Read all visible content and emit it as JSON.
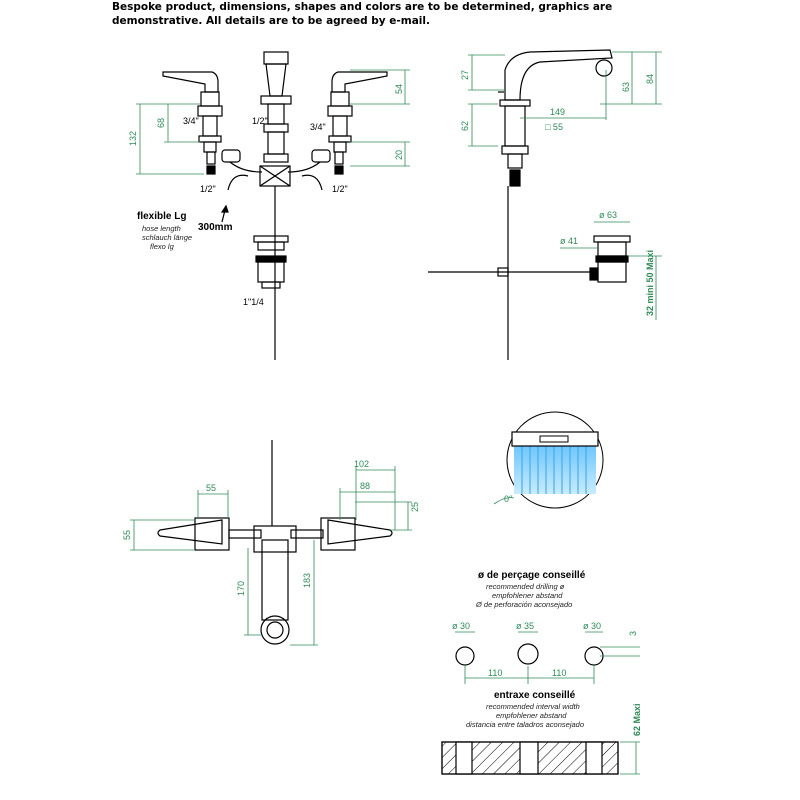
{
  "header": {
    "line1": "Bespoke product, dimensions, shapes and colors are to be determined, graphics are",
    "line2": "demonstrative. All details are to be agreed by e-mail."
  },
  "front": {
    "dims": {
      "d132": "132",
      "d68": "68",
      "d54": "54",
      "d20": "20"
    },
    "threads": {
      "left_top": "3/4\"",
      "center": "1/2\"",
      "right_top": "3/4\"",
      "left_bottom": "1/2\"",
      "right_bottom": "1/2\"",
      "waste": "1\"1/4"
    },
    "hose": {
      "title": "flexible Lg",
      "l1": "hose length",
      "l2": "schlauch länge",
      "l3": "flexo lg",
      "length": "300mm"
    }
  },
  "side": {
    "dims": {
      "d27": "27",
      "d62": "62",
      "d149": "149",
      "sq55": "□ 55",
      "d63": "63",
      "d84": "84",
      "dia63": "ø 63",
      "dia41": "ø 41",
      "range": "32 mini 50 Maxi"
    }
  },
  "top": {
    "dims": {
      "d102": "102",
      "d88": "88",
      "d55w": "55",
      "d25": "25",
      "d55h": "55",
      "d170": "170",
      "d183": "183"
    }
  },
  "spray": {
    "angle": "0°"
  },
  "drilling": {
    "title": "ø de perçage conseillé",
    "l1": "recommended drilling ø",
    "l2": "empfohlener abstand",
    "l3": "Ø de perforación aconsejado",
    "dia_left": "ø 30",
    "dia_mid": "ø 35",
    "dia_right": "ø 30",
    "d3": "3",
    "sp_left": "110",
    "sp_right": "110"
  },
  "interval": {
    "title": "entraxe conseillé",
    "l1": "recommended interval width",
    "l2": "empfohlener abstand",
    "l3": "distancia entre taladros aconsejado",
    "max": "62 Maxi"
  },
  "colors": {
    "dimension": "#2e8b57",
    "line": "#000000",
    "spray": "#8fd3ff"
  }
}
